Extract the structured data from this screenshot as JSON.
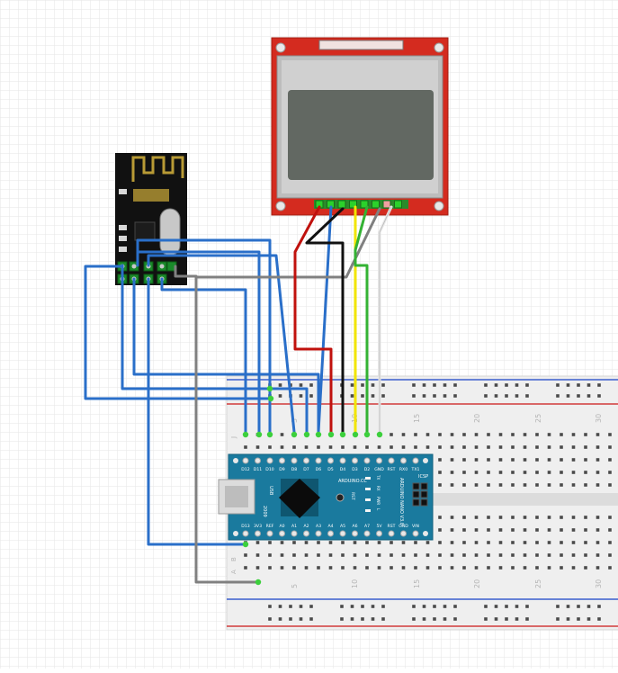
{
  "breadboard": {
    "column_numbers": [
      "5",
      "10",
      "15",
      "20",
      "25",
      "30"
    ],
    "row_letters_top": [
      "J"
    ],
    "row_letters_bottom": [
      "B",
      "A"
    ]
  },
  "arduino": {
    "top_pins": [
      "D12",
      "D11",
      "D10",
      "D9",
      "D8",
      "D7",
      "D6",
      "D5",
      "D4",
      "D3",
      "D2",
      "GND",
      "RST",
      "RX0",
      "TX1"
    ],
    "bottom_pins": [
      "D13",
      "3V3",
      "REF",
      "A0",
      "A1",
      "A2",
      "A3",
      "A4",
      "A5",
      "A6",
      "A7",
      "5V",
      "RST",
      "GND",
      "VIN"
    ],
    "usb_label": "USB",
    "board_name": "ARDUINO NANO V3.0",
    "brand": "ARDUINO.CC",
    "year": "2009",
    "icsp_label": "ICSP",
    "led_labels": [
      "TX",
      "RX",
      "PWR",
      "L"
    ],
    "reset_label": "RST"
  },
  "colors": {
    "blue_wire": "#2a6fc9",
    "gray_wire": "#808080",
    "red_wire": "#c0110d",
    "black_wire": "#111111",
    "yellow_wire": "#f2e500",
    "green_wire": "#33b233",
    "white_wire": "#e8e8e8",
    "arduino_board": "#1a7a9e",
    "lcd_pcb": "#d42b1f",
    "rf_pcb": "#111111",
    "breadboard": "#efefef"
  }
}
